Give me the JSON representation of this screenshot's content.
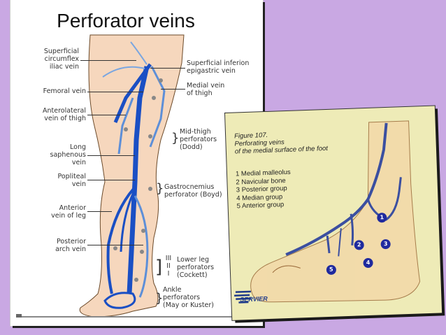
{
  "left_figure": {
    "title": "Perforator veins",
    "labels_left": {
      "superficial_circumflex": [
        "Superficial",
        "circumflex",
        "iliac vein"
      ],
      "femoral": [
        "Femoral vein"
      ],
      "anterolateral": [
        "Anterolateral",
        "vein of thigh"
      ],
      "long_saphenous": [
        "Long",
        "saphenous",
        "vein"
      ],
      "popliteal": [
        "Popliteal",
        "vein"
      ],
      "anterior_leg": [
        "Anterior",
        "vein of leg"
      ],
      "posterior_arch": [
        "Posterior",
        "arch vein"
      ]
    },
    "labels_right": {
      "superficial_inferior": [
        "Superficial inferion",
        "epigastric vein"
      ],
      "medial_thigh": [
        "Medial vein",
        "of thigh"
      ],
      "mid_thigh": [
        "Mid-thigh",
        "perforators",
        "(Dodd)"
      ],
      "gastrocnemius": [
        "Gastrocnemius",
        "perforator (Boyd)"
      ],
      "lower_leg": [
        "Lower leg",
        "perforators",
        "(Cockett)"
      ],
      "lower_leg_numerals": [
        "III",
        "II",
        "I"
      ],
      "ankle": [
        "Ankle",
        "perforators",
        "(May or Kuster)"
      ]
    }
  },
  "right_figure": {
    "caption": [
      "Figure 107.",
      "Perforating veins",
      "of the medial surface of the foot"
    ],
    "legend": [
      "1 Medial malleolus",
      "2 Navicular bone",
      "3 Posterior group",
      "4 Median group",
      "5 Anterior group"
    ],
    "badges": [
      "1",
      "2",
      "3",
      "4",
      "5"
    ],
    "publisher": "SERVIER"
  },
  "colors": {
    "background": "#c9a8e3",
    "vein_dark": "#1a4fc4",
    "vein_light": "#5d8fd8",
    "skin": "#f6d7bd",
    "card": "#eeebb7",
    "badge": "#1f2a9e"
  }
}
